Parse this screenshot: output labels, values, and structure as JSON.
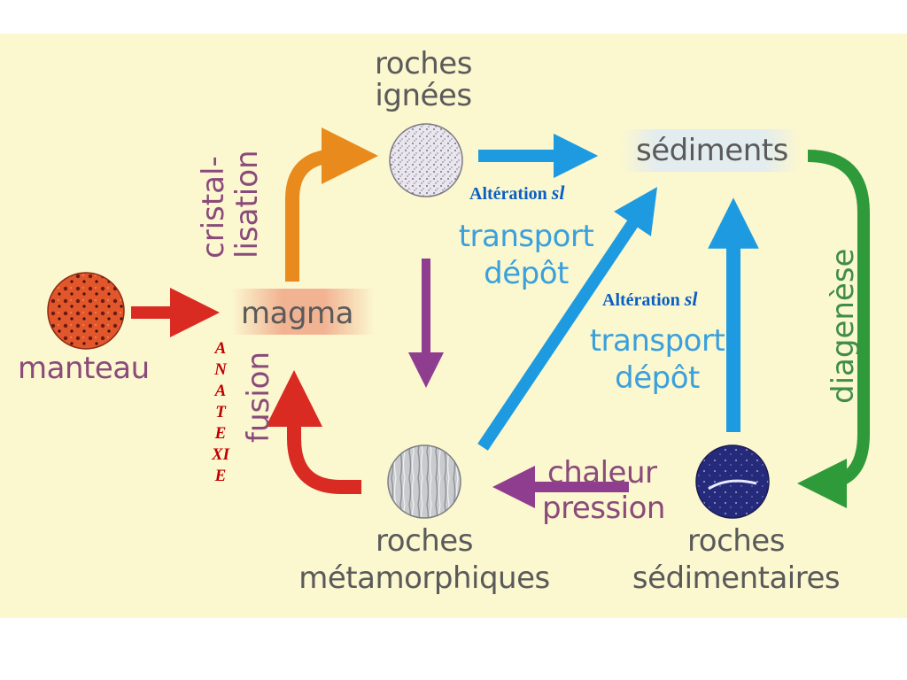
{
  "nodes": {
    "roches_ignees": [
      "roches",
      "ignées"
    ],
    "sediments": "sédiments",
    "magma": "magma",
    "manteau": "manteau",
    "roches_metamorphiques": [
      "roches",
      "métamorphiques"
    ],
    "roches_sedimentaires": [
      "roches",
      "sédimentaires"
    ]
  },
  "processes": {
    "cristallisation": [
      "cristal-",
      "lisation"
    ],
    "fusion": "fusion",
    "transport_depot_1": [
      "transport",
      "dépôt"
    ],
    "transport_depot_2": [
      "transport",
      "dépôt"
    ],
    "diagenese": "diagenèse",
    "chaleur_pression": [
      "chaleur",
      "pression"
    ]
  },
  "annotations": {
    "alteration_1": {
      "word": "Altération",
      "suffix": "sl"
    },
    "alteration_2": {
      "word": "Altération",
      "suffix": "sl"
    },
    "anatexie": "ANATEXIE"
  },
  "colors": {
    "background": "#fbf7cf",
    "cristallisation_arrow": "#e88a1c",
    "alteration_arrow": "#1e9be0",
    "diagenese_arrow": "#2e9a3a",
    "fusion_arrow": "#d92b22",
    "metamorphism_arrow": "#8e3d8f",
    "annotation_blue": "#0a5fc4",
    "anatexie_red": "#c00000",
    "label_gray": "#5a5a5a",
    "label_blue": "#3aa0dc",
    "label_magenta": "#8a4a7a",
    "label_green": "#3f8d4a"
  }
}
